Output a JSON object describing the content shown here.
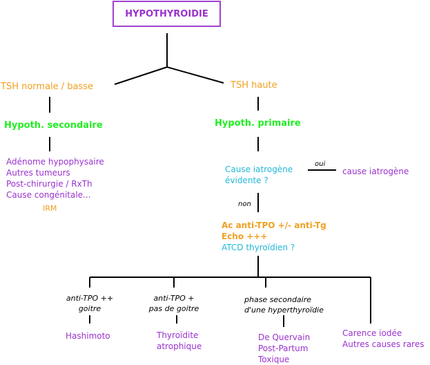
{
  "title": "HYPOTHYROIDIE",
  "branches": {
    "left": "TSH normale / basse",
    "right": "TSH haute"
  },
  "secondary": {
    "label": "Hypoth. secondaire",
    "causes": [
      "Adénome hypophysaire",
      "Autres tumeurs",
      "Post-chirurgie / RxTh",
      "Cause congénitale..."
    ],
    "exam": "IRM"
  },
  "primary": {
    "label": "Hypoth. primaire",
    "question": [
      "Cause iatrogène",
      "évidente ?"
    ],
    "yes_label": "oui",
    "yes_result": "cause iatrogène",
    "no_label": "non",
    "workup": [
      "Ac anti-TPO +/- anti-Tg",
      "Echo +++"
    ],
    "workup_extra": "ATCD thyroïdien ?"
  },
  "outcomes": [
    {
      "criteria": [
        "anti-TPO  ++",
        "goitre"
      ],
      "result": [
        "Hashimoto"
      ]
    },
    {
      "criteria": [
        "anti-TPO  +",
        "pas de goitre"
      ],
      "result": [
        "Thyroïdite",
        "atrophique"
      ]
    },
    {
      "criteria": [
        "phase secondaire",
        "d'une hyperthyroïdie"
      ],
      "result": [
        "De Quervain",
        "Post-Partum",
        "Toxique"
      ]
    },
    {
      "criteria": [],
      "result": [
        "Carence iodée",
        "Autres causes rares"
      ]
    }
  ],
  "colors": {
    "title": "#9a32cd",
    "tsh": "#f0a020",
    "hypoth": "#22ee22",
    "question": "#22b8d8",
    "lines": "#000000"
  }
}
